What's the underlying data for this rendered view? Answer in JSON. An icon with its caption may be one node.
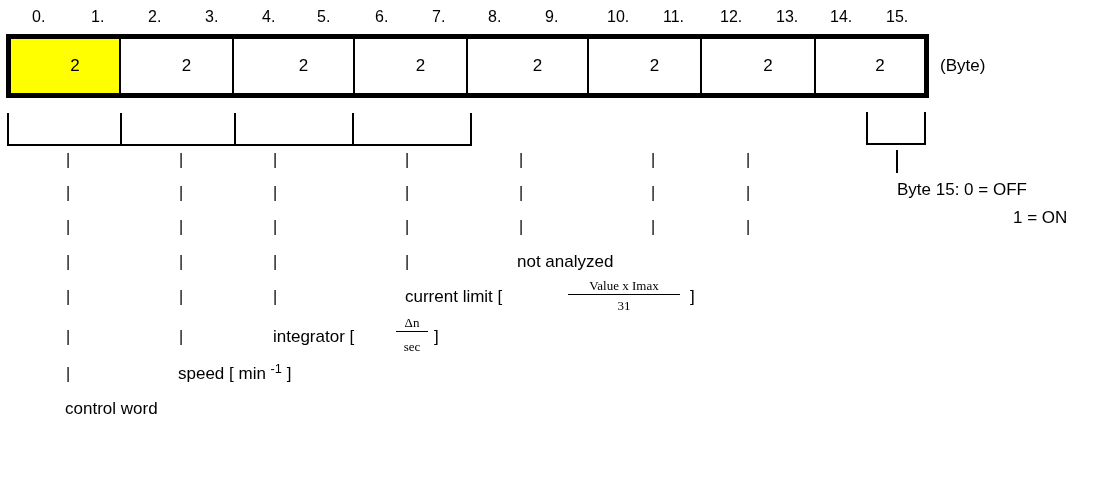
{
  "diagram": {
    "nodes": [
      {
        "text": [
          "2"
        ]
      },
      {
        "text": [
          "2"
        ]
      },
      {
        "text": [
          "2"
        ]
      },
      {
        "text": [
          "2"
        ]
      },
      {
        "text": [
          "2"
        ]
      },
      {
        "text": [
          "2"
        ]
      },
      {
        "text": [
          "2"
        ]
      },
      {
        "text": [
          "2"
        ]
      }
    ],
    "labels": [
      "0.",
      "1.",
      "2.",
      "3.",
      "4.",
      "5.",
      "6.",
      "7.",
      "8.",
      "9.",
      "10.",
      "11.",
      "12.",
      "13.",
      "14.",
      "15.",
      "(Byte)",
      "|",
      "|",
      "|",
      "|",
      "|",
      "|",
      "|",
      "|",
      "|",
      "|",
      "|",
      "|",
      "|",
      "|",
      "Byte 15: 0 = OFF",
      "|",
      "|",
      "|",
      "|",
      "|",
      "|",
      "|",
      "1 = ON",
      "|",
      "|",
      "|",
      "|",
      "not analyzed",
      "|",
      "|",
      "|",
      "current limit [",
      "Value x Imax",
      "31",
      "]",
      "|",
      "|",
      "integrator [",
      "Δn",
      "sec",
      "]",
      "|",
      "speed [ min $^{-1}$ ]",
      "control word"
    ]
  }
}
